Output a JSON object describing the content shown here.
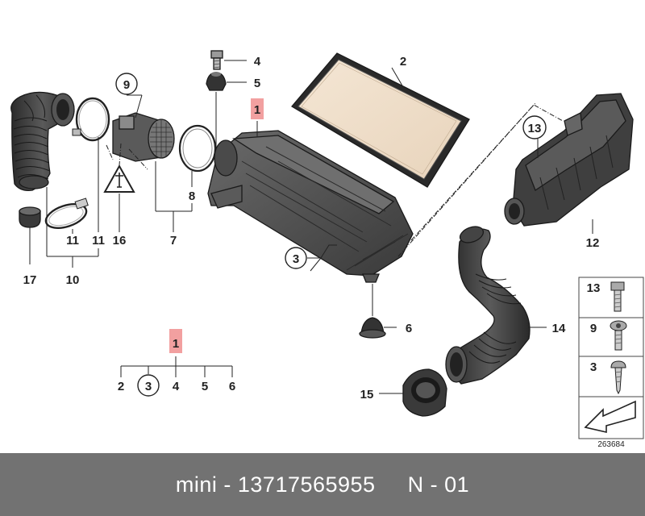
{
  "diagram": {
    "callouts": {
      "c1": "1",
      "c2": "2",
      "c3": "3",
      "c4": "4",
      "c5": "5",
      "c6": "6",
      "c7": "7",
      "c8": "8",
      "c9": "9",
      "c10": "10",
      "c11a": "11",
      "c11b": "11",
      "c12": "12",
      "c13": "13",
      "c14": "14",
      "c15": "15",
      "c16": "16",
      "c17": "17"
    },
    "tree": {
      "root": "1",
      "children": [
        "2",
        "3",
        "4",
        "5",
        "6"
      ]
    },
    "legend": {
      "items": [
        "13",
        "9",
        "3"
      ]
    },
    "drawing_number": "263684"
  },
  "footer": {
    "text": "mini - 13717565955     N - 01"
  },
  "colors": {
    "highlight": "#f2a0a0",
    "footer_bg": "#727272",
    "part_fill": "#3b3b3b"
  }
}
